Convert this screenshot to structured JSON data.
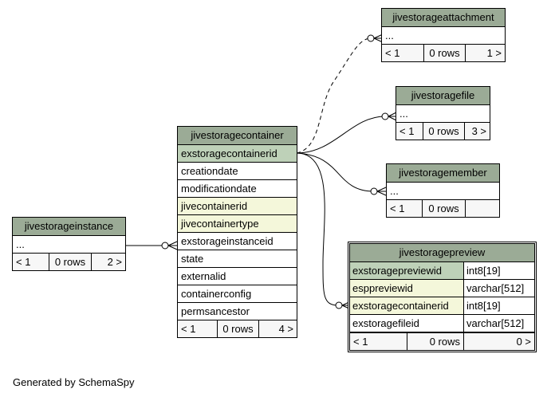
{
  "tables": {
    "jivestorageattachment": {
      "name": "jivestorageattachment",
      "columns": [
        "..."
      ],
      "footer": {
        "parents": "< 1",
        "rows": "0 rows",
        "children": "1 >"
      }
    },
    "jivestoragefile": {
      "name": "jivestoragefile",
      "columns": [
        "..."
      ],
      "footer": {
        "parents": "< 1",
        "rows": "0 rows",
        "children": "3 >"
      }
    },
    "jivestoragemember": {
      "name": "jivestoragemember",
      "columns": [
        "..."
      ],
      "footer": {
        "parents": "< 1",
        "rows": "0 rows",
        "children": ""
      }
    },
    "jivestoragecontainer": {
      "name": "jivestoragecontainer",
      "columns": [
        "exstoragecontainerid",
        "creationdate",
        "modificationdate",
        "jivecontainerid",
        "jivecontainertype",
        "exstorageinstanceid",
        "state",
        "externalid",
        "containerconfig",
        "permsancestor"
      ],
      "footer": {
        "parents": "< 1",
        "rows": "0 rows",
        "children": "4 >"
      }
    },
    "jivestorageinstance": {
      "name": "jivestorageinstance",
      "columns": [
        "..."
      ],
      "footer": {
        "parents": "< 1",
        "rows": "0 rows",
        "children": "2 >"
      }
    },
    "jivestoragepreview": {
      "name": "jivestoragepreview",
      "columns": [
        {
          "name": "exstoragepreviewid",
          "type": "int8[19]"
        },
        {
          "name": "esppreviewid",
          "type": "varchar[512]"
        },
        {
          "name": "exstoragecontainerid",
          "type": "int8[19]"
        },
        {
          "name": "exstoragefileid",
          "type": "varchar[512]"
        }
      ],
      "footer": {
        "parents": "< 1",
        "rows": "0 rows",
        "children": "0 >"
      }
    }
  },
  "generated_by": "Generated by SchemaSpy",
  "colors": {
    "header": "#9bab96",
    "primary_key": "#bed1b8",
    "foreign_key": "#f4f7da",
    "footer": "#f7f7f7"
  }
}
